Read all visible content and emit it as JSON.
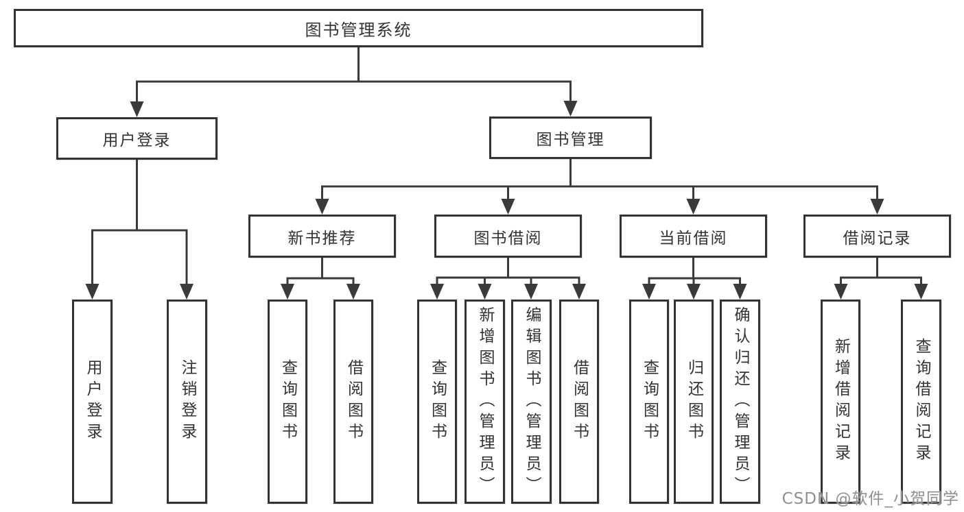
{
  "diagram_title": "图书管理系统",
  "tree": {
    "label": "图书管理系统",
    "children": [
      {
        "label": "用户登录",
        "children": [
          {
            "label": "用户登录"
          },
          {
            "label": "注销登录"
          }
        ]
      },
      {
        "label": "图书管理",
        "children": [
          {
            "label": "新书推荐",
            "children": [
              {
                "label": "查询图书"
              },
              {
                "label": "借阅图书"
              }
            ]
          },
          {
            "label": "图书借阅",
            "children": [
              {
                "label": "查询图书"
              },
              {
                "label": "新增图书（管理员）"
              },
              {
                "label": "编辑图书（管理员）"
              },
              {
                "label": "借阅图书"
              }
            ]
          },
          {
            "label": "当前借阅",
            "children": [
              {
                "label": "查询图书"
              },
              {
                "label": "归还图书"
              },
              {
                "label": "确认归还（管理员）"
              }
            ]
          },
          {
            "label": "借阅记录",
            "children": [
              {
                "label": "新增借阅记录"
              },
              {
                "label": "查询借阅记录"
              }
            ]
          }
        ]
      }
    ]
  },
  "watermark": "CSDN @软件_小贺同学",
  "colors": {
    "line": "#3a3a3a",
    "box_border": "#333333",
    "text": "#333333",
    "background": "#ffffff",
    "watermark": "#8f8f8f"
  }
}
